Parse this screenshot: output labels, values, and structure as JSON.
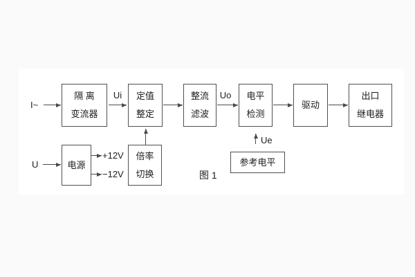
{
  "figure": {
    "caption": "图 1",
    "labels": {
      "input_current": "I~",
      "input_voltage": "U",
      "ui": "Ui",
      "uo": "Uo",
      "ue": "Ue",
      "plus_12v": "+12V",
      "minus_12v": "−12V"
    },
    "blocks": {
      "isolation_transformer": {
        "line1": "隔 离",
        "line2": "变流器"
      },
      "setpoint": {
        "line1": "定值",
        "line2": "整定"
      },
      "rectifier_filter": {
        "line1": "整流",
        "line2": "滤波"
      },
      "level_detector": {
        "line1": "电平",
        "line2": "检测"
      },
      "driver": {
        "line1": "驱动"
      },
      "output_relay": {
        "line1": "出口",
        "line2": "继电器"
      },
      "power_supply": {
        "line1": "电源"
      },
      "ratio_switch": {
        "line1": "倍率",
        "line2": "切换"
      },
      "reference_level": {
        "line1": "参考电平"
      }
    },
    "colors": {
      "line": "#4a4a4a",
      "text": "#1d1d1d",
      "panel_background": "#ffffff",
      "page_background": "#fafafa"
    }
  }
}
